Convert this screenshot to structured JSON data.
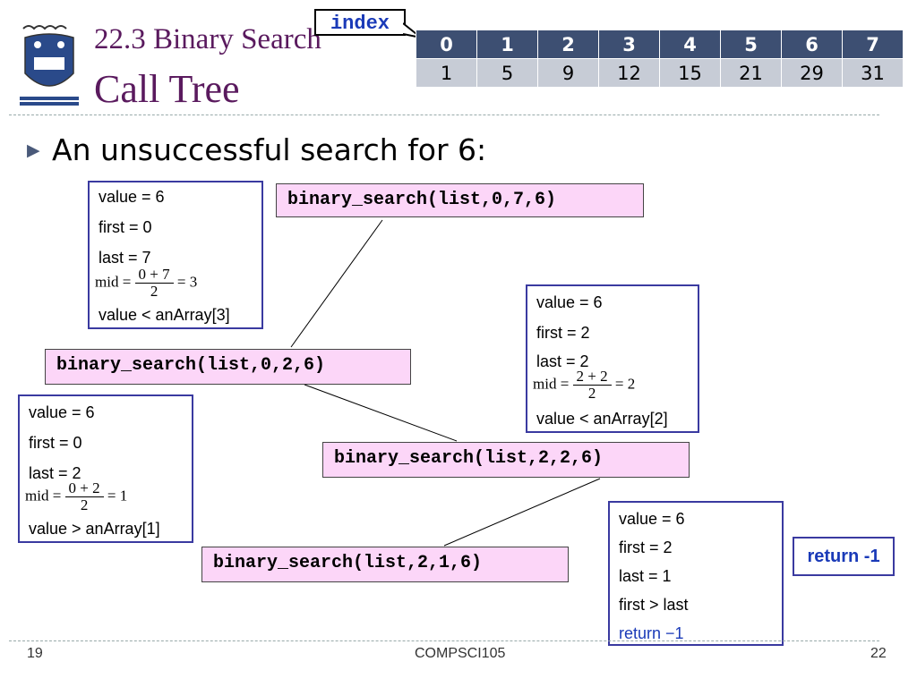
{
  "slide": {
    "title_line1": "22.3 Binary Search",
    "title_line2": "Call Tree",
    "index_label": "index",
    "bullet_text": "An unsuccessful search for 6:",
    "footer_left": "19",
    "footer_center": "COMPSCI105",
    "footer_right": "22",
    "return_box": "return -1"
  },
  "array": {
    "indices": [
      "0",
      "1",
      "2",
      "3",
      "4",
      "5",
      "6",
      "7"
    ],
    "values": [
      "1",
      "5",
      "9",
      "12",
      "15",
      "21",
      "29",
      "31"
    ]
  },
  "calls": {
    "c1": "binary_search(list,0,7,6)",
    "c2": "binary_search(list,0,2,6)",
    "c3": "binary_search(list,2,2,6)",
    "c4": "binary_search(list,2,1,6)"
  },
  "states": {
    "s1": {
      "value": "value = 6",
      "first": "first = 0",
      "last": "last = 7",
      "mid_label": "mid =",
      "mid_num": "0 + 7",
      "mid_den": "2",
      "mid_result": "= 3",
      "compare": "value < anArray[3]"
    },
    "s2": {
      "value": "value = 6",
      "first": "first = 0",
      "last": "last = 2",
      "mid_label": "mid =",
      "mid_num": "0 + 2",
      "mid_den": "2",
      "mid_result": "= 1",
      "compare": "value > anArray[1]"
    },
    "s3": {
      "value": "value = 6",
      "first": "first = 2",
      "last": "last = 2",
      "mid_label": "mid =",
      "mid_num": "2 + 2",
      "mid_den": "2",
      "mid_result": "= 2",
      "compare": "value < anArray[2]"
    },
    "s4": {
      "value": "value = 6",
      "first": "first = 2",
      "last": "last = 1",
      "compare": "first > last",
      "ret": "return −1"
    }
  },
  "colors": {
    "title": "#5a1a5e",
    "call_bg": "#fcd6f8",
    "state_border": "#3a3aa0",
    "header_bg": "#3d4f72",
    "value_bg": "#c7ccd6"
  }
}
